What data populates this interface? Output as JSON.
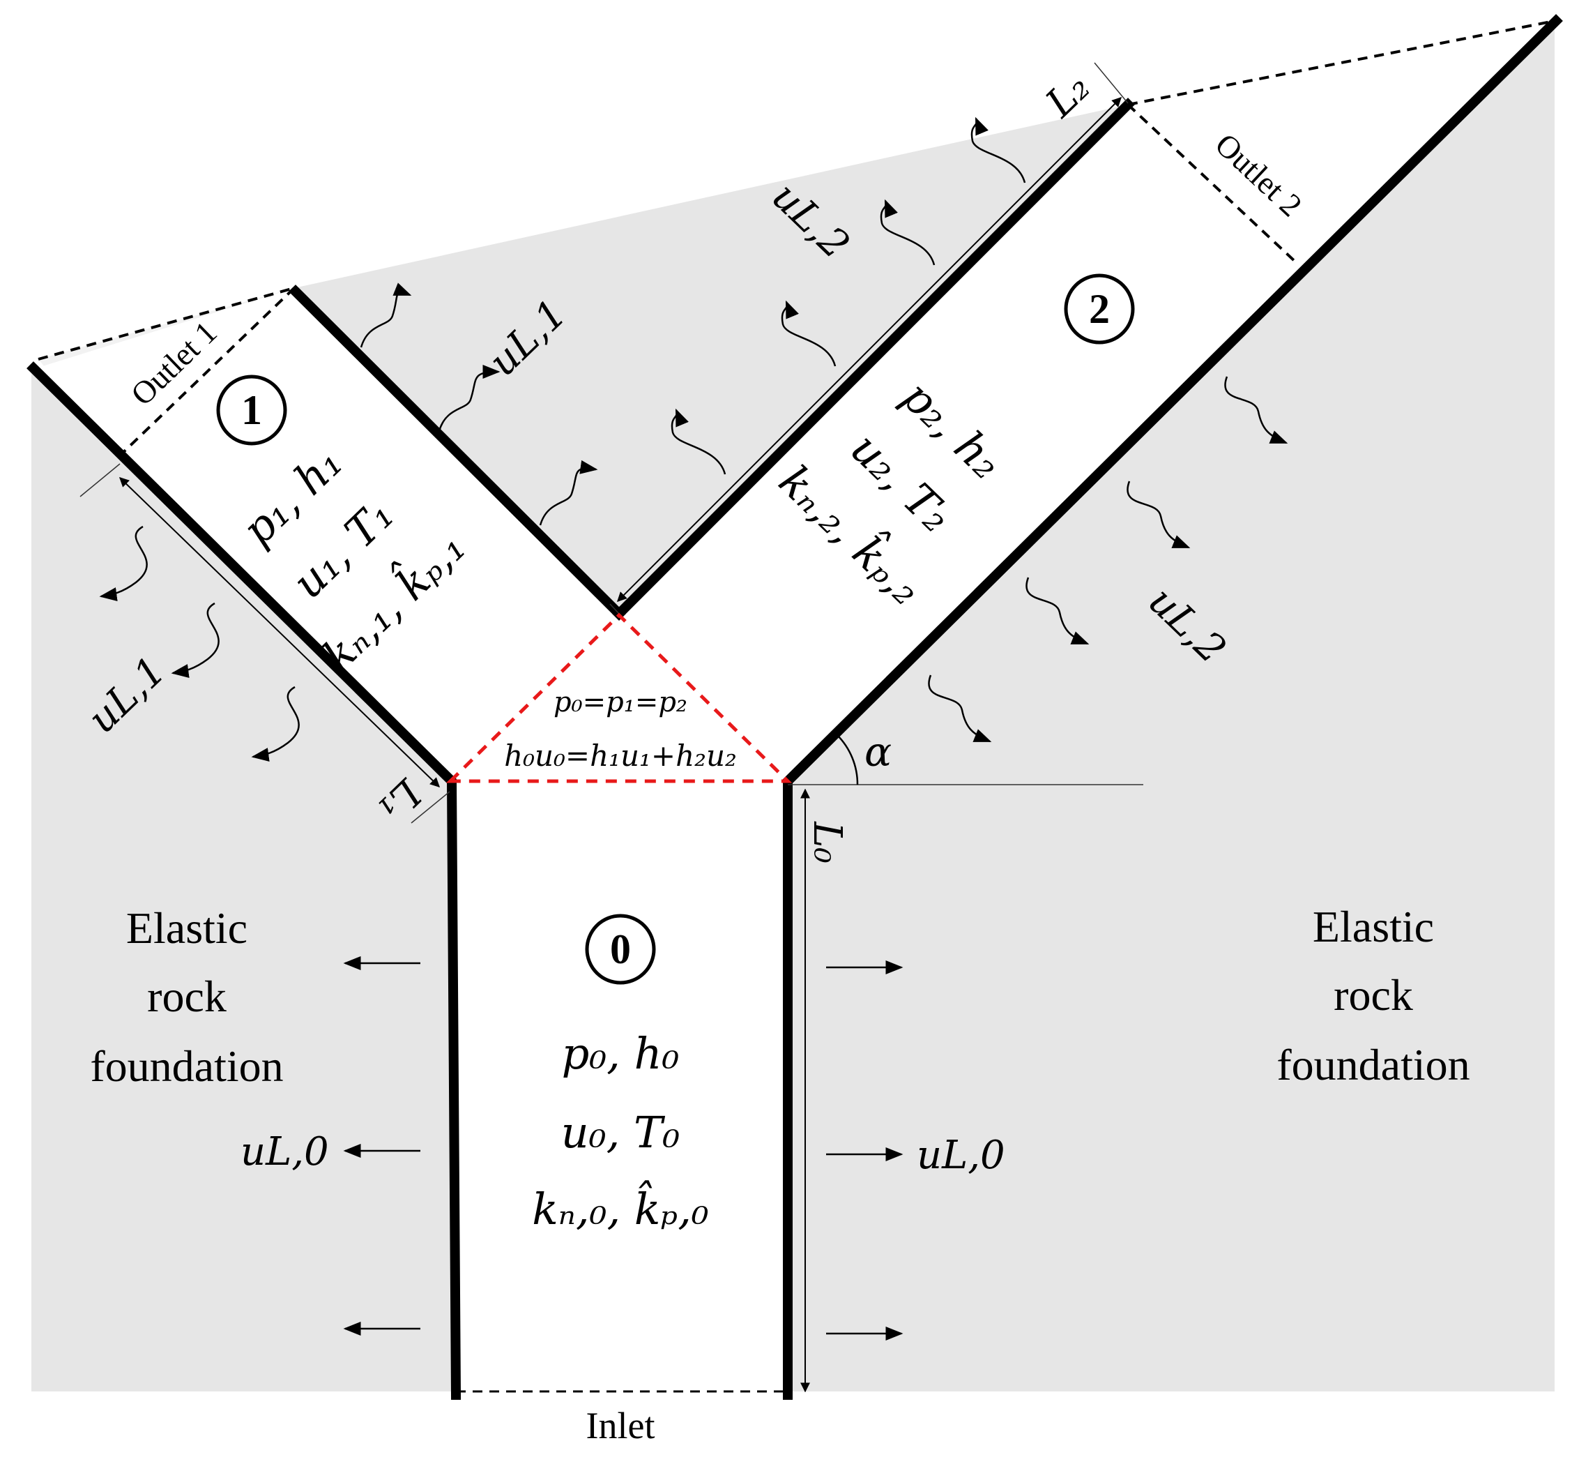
{
  "labels": {
    "outlet1": "Outlet 1",
    "outlet2": "Outlet 2",
    "inlet": "Inlet",
    "foundation_left_line1": "Elastic",
    "foundation_left_line2": "rock",
    "foundation_left_line3": "foundation",
    "foundation_right_line1": "Elastic",
    "foundation_right_line2": "rock",
    "foundation_right_line3": "foundation",
    "angle": "α"
  },
  "branches": {
    "b0": {
      "id": "0",
      "vars_line1": "p₀, h₀",
      "vars_line2": "u₀, T₀",
      "vars_line3": "kₙ,₀, k̂ₚ,₀",
      "leak": "uL,0",
      "length": "L₀"
    },
    "b1": {
      "id": "1",
      "vars_line1": "p₁, h₁",
      "vars_line2": "u₁, T₁",
      "vars_line3": "kₙ,₁, k̂ₚ,₁",
      "leak": "uL,1",
      "length": "L₁"
    },
    "b2": {
      "id": "2",
      "vars_line1": "p₂, h₂",
      "vars_line2": "u₂, T₂",
      "vars_line3": "kₙ,₂, k̂ₚ,₂",
      "leak": "uL,2",
      "length": "L₂"
    }
  },
  "junction": {
    "eq1": "p₀=p₁=p₂",
    "eq2": "h₀u₀=h₁u₁+h₂u₂"
  },
  "colors": {
    "rock": "#e6e6e6",
    "outlet_region": "#f2f2f2",
    "wall": "#000000",
    "junction": "#e8191a"
  }
}
